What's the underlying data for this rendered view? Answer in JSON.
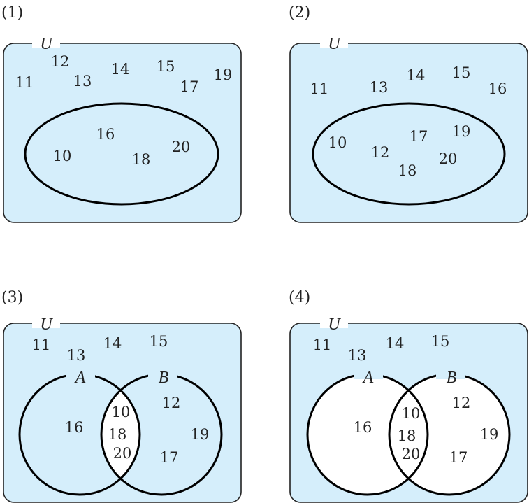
{
  "colors": {
    "universe_fill": "#d5eefb",
    "set_fill": "#ffffff",
    "stroke": "#000000"
  },
  "panels": [
    {
      "label": "(1)",
      "universe": "U",
      "outside": [
        "11",
        "12",
        "13",
        "14",
        "15",
        "17",
        "19"
      ],
      "inside": [
        "16",
        "10",
        "18",
        "20"
      ]
    },
    {
      "label": "(2)",
      "universe": "U",
      "outside": [
        "11",
        "13",
        "14",
        "15",
        "16"
      ],
      "inside": [
        "10",
        "12",
        "17",
        "19",
        "20",
        "18"
      ]
    },
    {
      "label": "(3)",
      "universe": "U",
      "set_a": "A",
      "set_b": "B",
      "outside": [
        "11",
        "13",
        "14",
        "15"
      ],
      "a_only": [
        "16"
      ],
      "both": [
        "10",
        "18",
        "20"
      ],
      "b_only": [
        "12",
        "19",
        "17"
      ]
    },
    {
      "label": "(4)",
      "universe": "U",
      "set_a": "A",
      "set_b": "B",
      "outside": [
        "11",
        "13",
        "14",
        "15"
      ],
      "a_only": [
        "16"
      ],
      "both": [
        "10",
        "18",
        "20"
      ],
      "b_only": [
        "12",
        "19",
        "17"
      ]
    }
  ]
}
